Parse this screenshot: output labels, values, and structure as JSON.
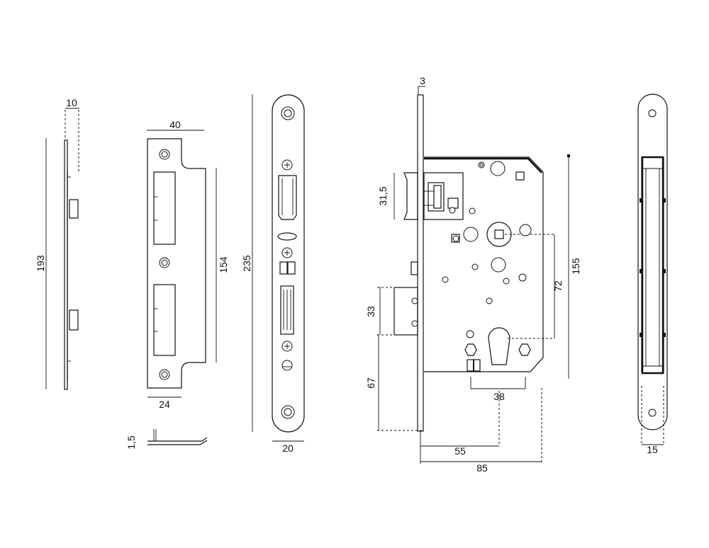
{
  "dimensions": {
    "flat_plate_height": "193",
    "flat_plate_offset": "10",
    "strike_width": "40",
    "strike_height": "154",
    "strike_lip": "24",
    "strike_thickness": "1,5",
    "faceplate_height": "235",
    "faceplate_width": "20",
    "faceplate_thickness": "3",
    "latch_height": "31,5",
    "lock_height": "155",
    "centers": "72",
    "deadbolt_height": "33",
    "bolt_to_bottom": "67",
    "backset": "55",
    "case_depth": "85",
    "cyl_spacing": "38",
    "side_width": "15"
  },
  "colors": {
    "line": "#111111",
    "background": "#ffffff"
  },
  "icons": [
    "screw-cross-icon",
    "brand-logo-icon",
    "cylinder-keyhole-icon"
  ]
}
